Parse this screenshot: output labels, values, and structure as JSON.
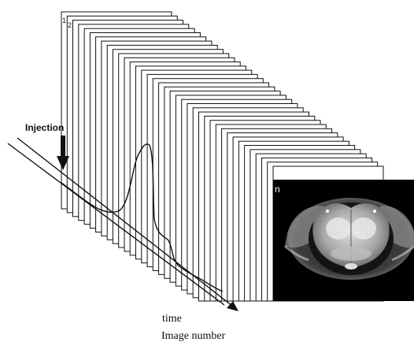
{
  "frames": {
    "count": 38,
    "first_label": "1",
    "second_label": "2",
    "last_label": "n"
  },
  "labels": {
    "injection": "Injection",
    "time_axis": "time",
    "image_axis": "Image number"
  },
  "icons": {
    "injection_marker": "down-arrow-icon",
    "brain_image": "mri-brain-slice"
  },
  "colors": {
    "ink": "#111111",
    "frame_fill": "#ffffff",
    "mri_background": "#000000"
  }
}
